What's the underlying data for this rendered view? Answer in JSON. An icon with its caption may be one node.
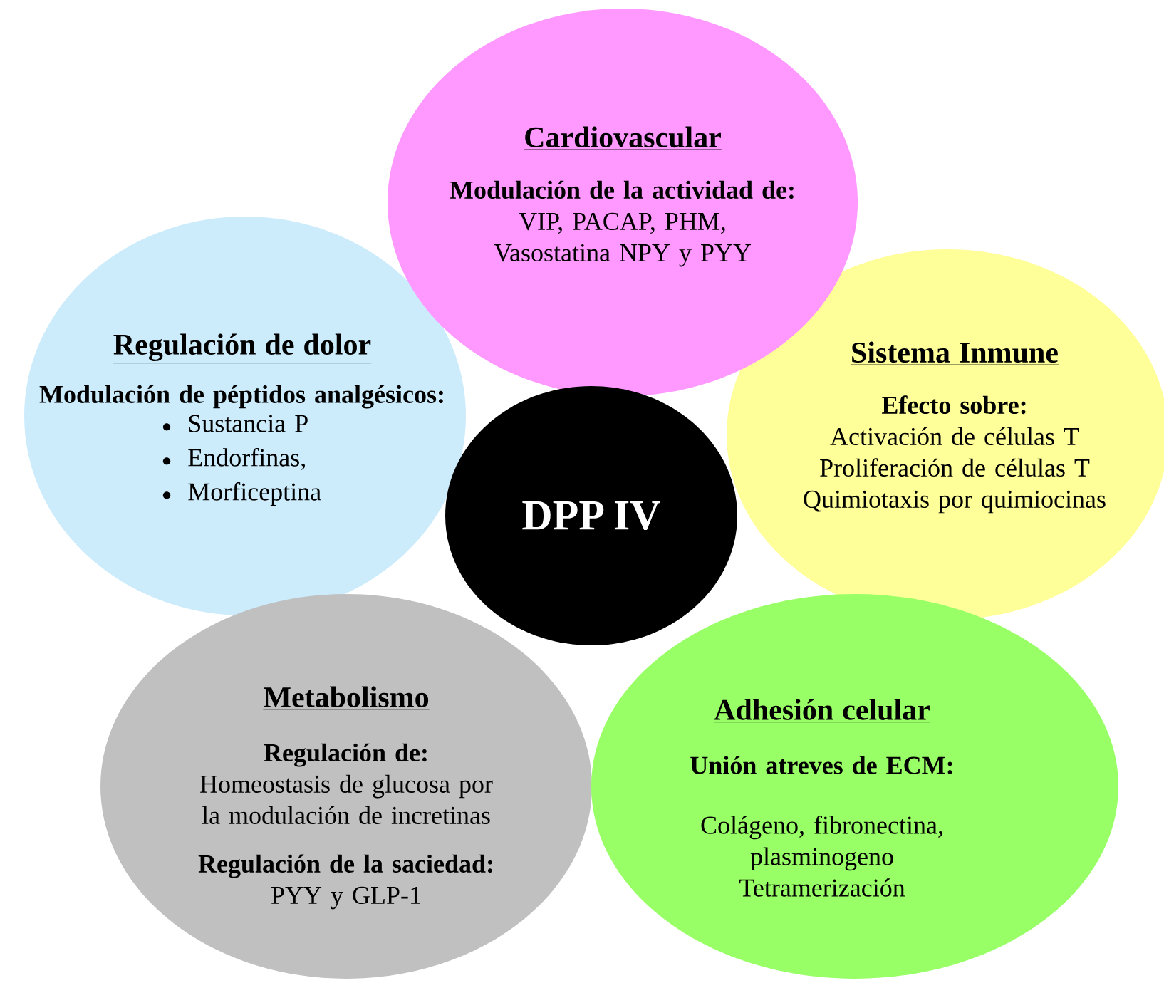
{
  "diagram": {
    "nodes": [
      {
        "text": [
          "Cardiovascular",
          "Modulación de la actividad de:",
          "VIP, PACAP, PHM, Vasostatina NPY y PYY"
        ]
      },
      {
        "text": [
          "Regulación de dolor",
          "Modulación de péptidos analgésicos:",
          "Sustancia P",
          "Endorfinas,",
          "Morficeptina"
        ]
      },
      {
        "text": [
          "Sistema Inmune",
          "Efecto sobre:",
          "Activación de células T",
          "Proliferación de células T",
          "Quimiotaxis por quimiocinas"
        ]
      },
      {
        "text": [
          "DPP IV"
        ]
      },
      {
        "text": [
          "Metabolismo",
          "Regulación de:",
          "Homeostasis de glucosa por la modulación de incretinas",
          "Regulación de la saciedad:",
          "PYY y GLP-1"
        ]
      },
      {
        "text": [
          "Adhesión celular",
          "Unión atreves de ECM:",
          "Colágeno, fibronectina, plasminogeno",
          "Tetramerización"
        ]
      }
    ]
  }
}
